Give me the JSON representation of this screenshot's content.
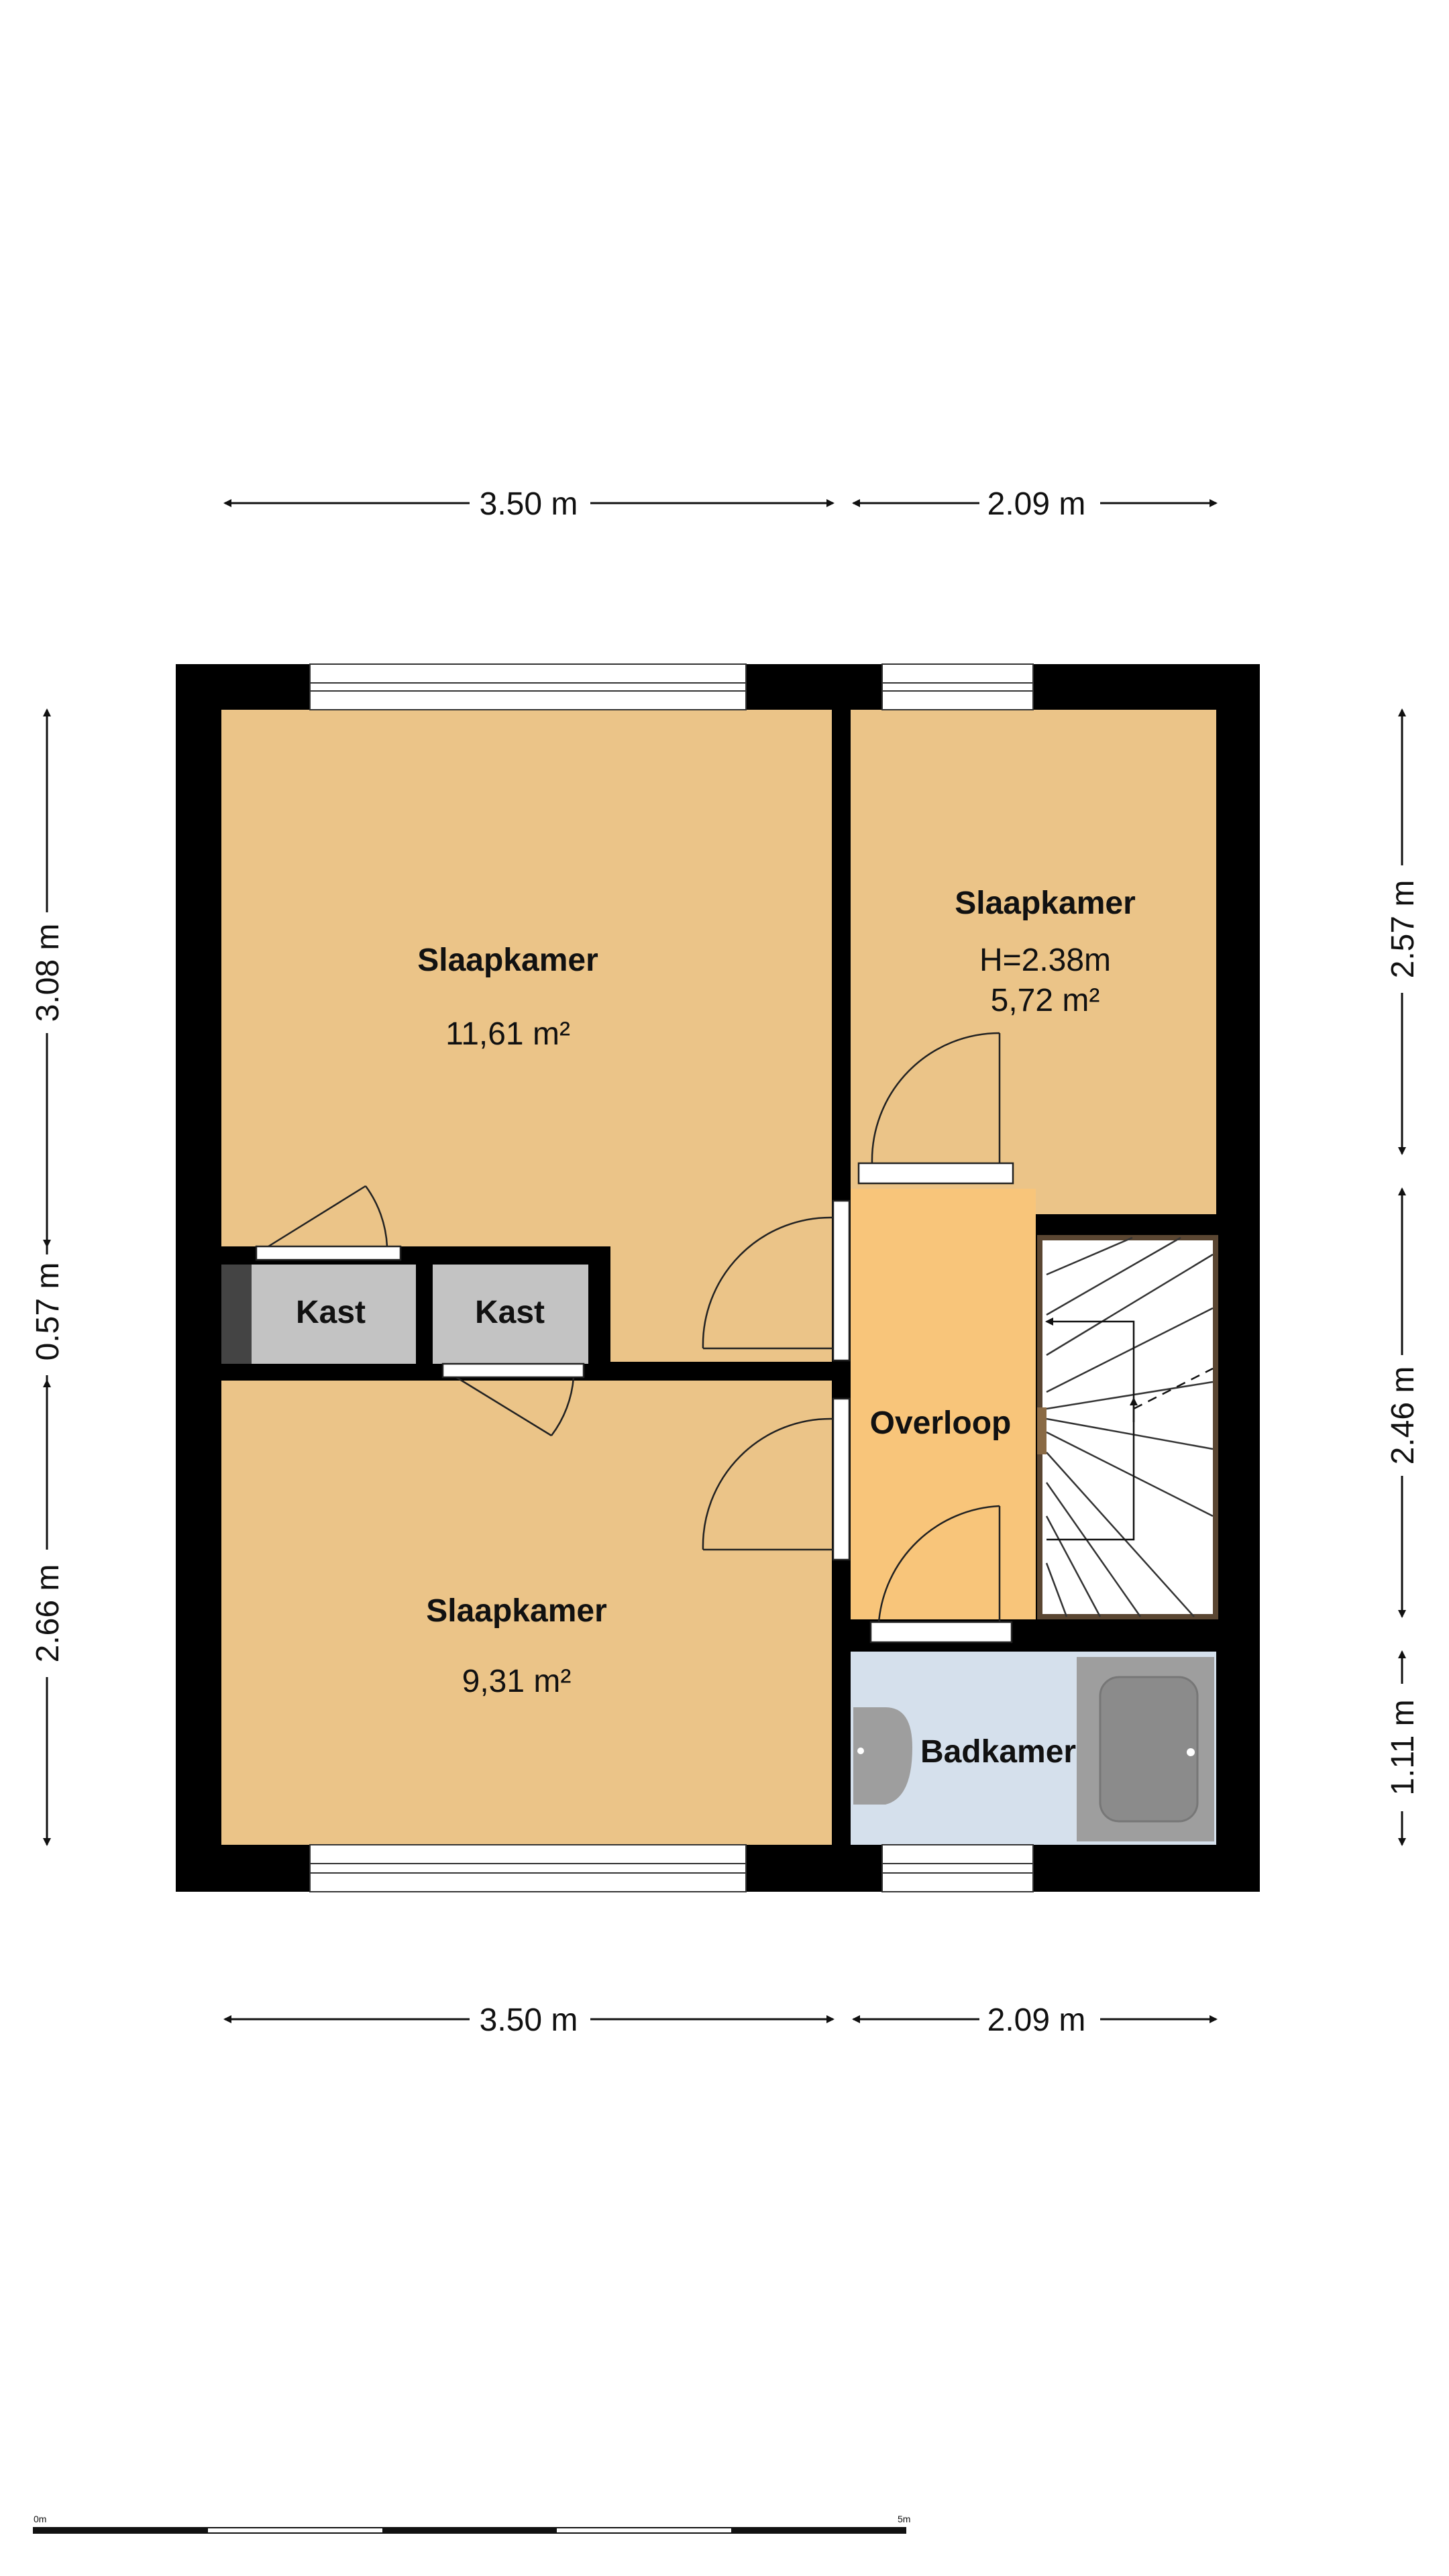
{
  "colors": {
    "wall": "#000000",
    "room": "#ebc488",
    "landing": "#f8c57a",
    "closet": "#c3c3c3",
    "bathroom": "#d5e0ec",
    "fixture": "#9e9e9e",
    "window": "#ffffff"
  },
  "rooms": {
    "bedroom_large": {
      "title": "Slaapkamer",
      "area": "11,61 m²"
    },
    "bedroom_small": {
      "title": "Slaapkamer",
      "height": "H=2.38m",
      "area": "5,72 m²"
    },
    "bedroom_bottom": {
      "title": "Slaapkamer",
      "area": "9,31 m²"
    },
    "closet_left": {
      "title": "Kast"
    },
    "closet_right": {
      "title": "Kast"
    },
    "landing": {
      "title": "Overloop"
    },
    "bathroom": {
      "title": "Badkamer"
    }
  },
  "dimensions": {
    "top_left": "3.50 m",
    "top_right": "2.09 m",
    "bottom_left": "3.50 m",
    "bottom_right": "2.09 m",
    "left_top": "3.08 m",
    "left_middle": "0.57 m",
    "left_bottom": "2.66 m",
    "right_top": "2.57 m",
    "right_middle": "2.46 m",
    "right_bottom": "1.11 m"
  },
  "scale_bar": {
    "start": "0m",
    "end": "5m"
  }
}
